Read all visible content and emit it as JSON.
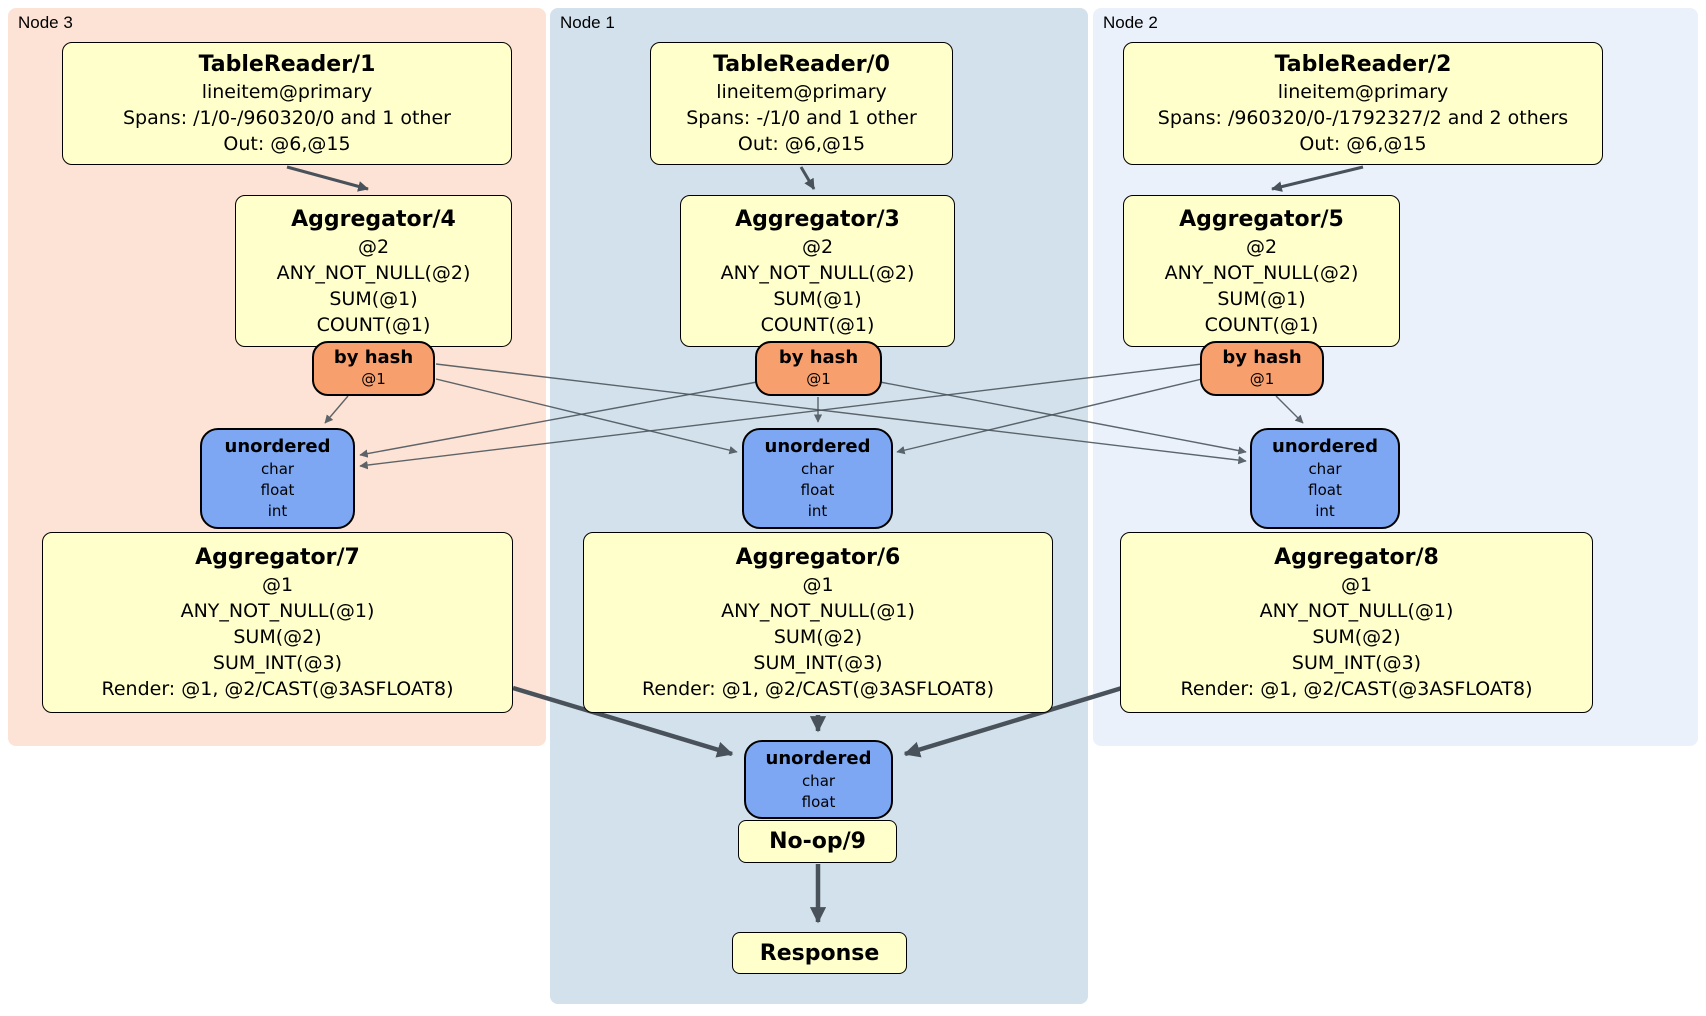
{
  "colors": {
    "canvas-bg": "#ffffff",
    "node3-bg": "#fce3d5",
    "node1-bg": "#d3e1ec",
    "node2-bg": "#eaf1fa",
    "processor-bg": "#ffffcc",
    "router-bg": "#f89f6e",
    "sync-bg": "#7da7f3",
    "box-border": "#000000",
    "edge": "#49525a"
  },
  "diagram": {
    "node_groups": [
      {
        "label": "Node 3"
      },
      {
        "label": "Node 1"
      },
      {
        "label": "Node 2"
      }
    ],
    "processors": {
      "tablereader1": {
        "title": "TableReader/1",
        "lines": [
          "lineitem@primary",
          "Spans: /1/0-/960320/0 and 1 other",
          "Out: @6,@15"
        ]
      },
      "tablereader0": {
        "title": "TableReader/0",
        "lines": [
          "lineitem@primary",
          "Spans: -/1/0 and 1 other",
          "Out: @6,@15"
        ]
      },
      "tablereader2": {
        "title": "TableReader/2",
        "lines": [
          "lineitem@primary",
          "Spans: /960320/0-/1792327/2 and 2 others",
          "Out: @6,@15"
        ]
      },
      "aggregator4": {
        "title": "Aggregator/4",
        "lines": [
          "@2",
          "ANY_NOT_NULL(@2)",
          "SUM(@1)",
          "COUNT(@1)"
        ]
      },
      "aggregator3": {
        "title": "Aggregator/3",
        "lines": [
          "@2",
          "ANY_NOT_NULL(@2)",
          "SUM(@1)",
          "COUNT(@1)"
        ]
      },
      "aggregator5": {
        "title": "Aggregator/5",
        "lines": [
          "@2",
          "ANY_NOT_NULL(@2)",
          "SUM(@1)",
          "COUNT(@1)"
        ]
      },
      "aggregator7": {
        "title": "Aggregator/7",
        "lines": [
          "@1",
          "ANY_NOT_NULL(@1)",
          "SUM(@2)",
          "SUM_INT(@3)",
          "Render: @1, @2/CAST(@3ASFLOAT8)"
        ]
      },
      "aggregator6": {
        "title": "Aggregator/6",
        "lines": [
          "@1",
          "ANY_NOT_NULL(@1)",
          "SUM(@2)",
          "SUM_INT(@3)",
          "Render: @1, @2/CAST(@3ASFLOAT8)"
        ]
      },
      "aggregator8": {
        "title": "Aggregator/8",
        "lines": [
          "@1",
          "ANY_NOT_NULL(@1)",
          "SUM(@2)",
          "SUM_INT(@3)",
          "Render: @1, @2/CAST(@3ASFLOAT8)"
        ]
      },
      "noop9": {
        "title": "No-op/9"
      },
      "response": {
        "title": "Response"
      }
    },
    "routers": {
      "hash4": {
        "title": "by hash",
        "detail": "@1"
      },
      "hash3": {
        "title": "by hash",
        "detail": "@1"
      },
      "hash5": {
        "title": "by hash",
        "detail": "@1"
      }
    },
    "syncs": {
      "left": {
        "title": "unordered",
        "columns": [
          "char",
          "float",
          "int"
        ]
      },
      "middle": {
        "title": "unordered",
        "columns": [
          "char",
          "float",
          "int"
        ]
      },
      "right": {
        "title": "unordered",
        "columns": [
          "char",
          "float",
          "int"
        ]
      },
      "bottom": {
        "title": "unordered",
        "columns": [
          "char",
          "float"
        ]
      }
    }
  }
}
